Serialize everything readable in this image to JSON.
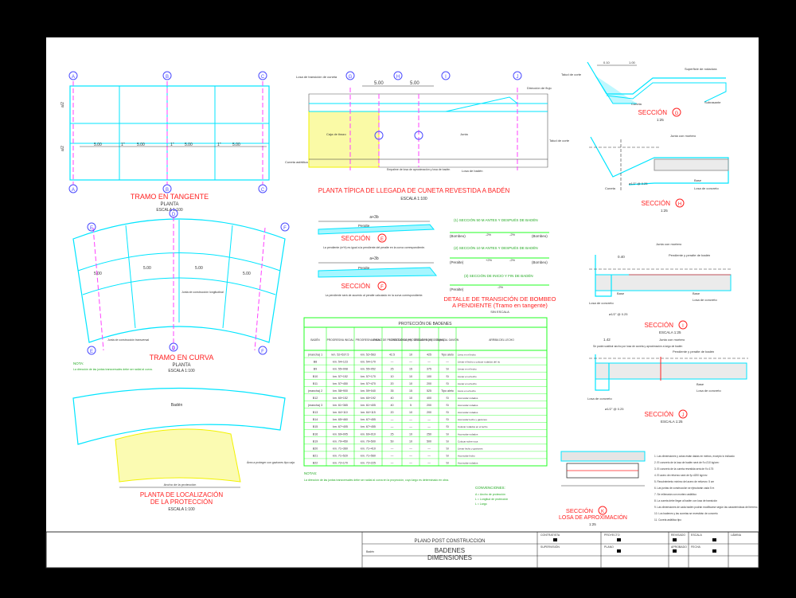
{
  "palette": {
    "background": "#000000",
    "sheet": "#ffffff",
    "cyan": "#00e5ff",
    "red": "#ff2020",
    "yellow": "#f2f200",
    "green": "#22ff22",
    "magenta": "#ff40ff",
    "blue": "#4a4aff",
    "gray": "#bdbdbd"
  },
  "tangent": {
    "title": "TRAMO  EN  TANGENTE",
    "subtitle": "PLANTA",
    "scale": "ESCALA 1:100",
    "axes": [
      "A",
      "B",
      "C"
    ],
    "dims": [
      "5.00",
      "5.00",
      "5.00",
      "5.00"
    ],
    "slope": "1\"",
    "half": "a/2"
  },
  "cuneta": {
    "title": "PLANTA TÍPICA DE LLEGADA DE CUNETA REVESTIDA A BADÉN",
    "scale": "ESCALA 1:100",
    "axes": [
      "G",
      "H",
      "I",
      "J"
    ],
    "dims": [
      "5.00",
      "5.00"
    ],
    "labels": {
      "losa": "Losa de transición de cuneta",
      "caja": "Caja de tirazo",
      "cuneta": "Cuneta asfáltica",
      "empalme": "Empalme de losa de aproximación y losa de badén",
      "losa_badén": "Losa de badén",
      "direccion": "Dirección de flujo",
      "junta": "Junta"
    }
  },
  "curve": {
    "title": "TRAMO  EN  CURVA",
    "subtitle": "PLANTA",
    "scale": "ESCALA 1:100",
    "axes": [
      "E",
      "F",
      "D"
    ],
    "dims": [
      "5.00",
      "5.00",
      "5.00",
      "5.00"
    ],
    "junta": "Junta de construcción longitudinal",
    "junta2": "Junta de construcción transversal",
    "note_title": "NOTA:",
    "note": "La dirección de las juntas transversales debe ser radial al curva."
  },
  "proteccion": {
    "title": "PLANTA DE LOCALIZACIÓN",
    "title2": "DE LA PROTECCIÓN",
    "scale": "ESCALA 1:100",
    "badén": "Badén",
    "area": "Área a proteger con gaviones tipo caja",
    "ancho": "Ancho de la protección"
  },
  "secE": {
    "title": "SECCIÓN",
    "letter": "E",
    "dim": "a+3b",
    "label": "Peralte",
    "note": "La pendiente (m%) es igual a la pendiente del peralte en la curva correspondiente."
  },
  "secF": {
    "title": "SECCIÓN",
    "letter": "F",
    "dim": "a+3b",
    "label": "Peralte",
    "note": "La pendiente será de acuerdo al peralte calculado en la curva correspondiente."
  },
  "bombeo": {
    "lines": [
      "(1) SECCIÓN 50 M ANTES Y DESPUÉS DE BADÉN",
      "(2) SECCIÓN 10 M ANTES Y DESPUÉS DE BADÉN",
      "(3) SECCIÓN DE INICIO Y FIN DE BADÉN"
    ],
    "bombeo": "(Bombeo)",
    "peralte": "(Peralte)",
    "title": "DETALLE DE TRANSICIÓN DE BOMBEO",
    "title2": "A PENDIENTE  (Tramo en tangente)",
    "scale": "SIN ESCALA",
    "values": [
      "-2%",
      "-2%",
      "+2%",
      "-2%",
      "-2%"
    ]
  },
  "table": {
    "caption": "PROTECCIÓN DE BADENES",
    "headers": [
      "BADÉN",
      "PROGRESIVA INICIAL",
      "PROGRESIVA FINAL",
      "ANCHO DE PROTECCIÓN A (m)",
      "LONGITUD DE PROTECCIÓN L (m)",
      "ÁREA A PROTEGER (m²)",
      "CABEZAL GAVIÓN",
      "ARRIBA DEL LECHO"
    ],
    "rows": [
      [
        "(mancha) 1",
        "km. 52+537.5",
        "km. 52+563",
        "42.5",
        "10",
        "425",
        "Tipo aleto",
        "Lleno en el lecho"
      ],
      [
        "B8",
        "km. 54+123",
        "km. 54+170",
        "—",
        "—",
        "—",
        "—",
        "Llenar el lecho y colocar rodados del río"
      ],
      [
        "B9",
        "km. 55+008",
        "km. 55+052",
        "25",
        "15",
        "375",
        "Si",
        "Llenar en el lecho"
      ],
      [
        "B10",
        "km. 57+152",
        "km. 57+170",
        "10",
        "10",
        "100",
        "Si",
        "Llenar en el lecho"
      ],
      [
        "B11",
        "km. 57+450",
        "km. 57+470",
        "20",
        "10",
        "200",
        "Si",
        "Llenar en el lecho"
      ],
      [
        "(mancha) 2",
        "km. 58+900",
        "km. 59+040",
        "35",
        "15",
        "525",
        "Tipo aleto",
        "Lleno en el lecho"
      ],
      [
        "B12",
        "km. 60+152",
        "km. 60+192",
        "40",
        "10",
        "400",
        "Si",
        "Acomodar rodados"
      ],
      [
        "(mancha) 3",
        "km. 61+365",
        "km. 61+405",
        "40",
        "5",
        "200",
        "Si",
        "Acomodar rodados"
      ],
      [
        "B13",
        "km. 64+110",
        "km. 64+115",
        "20",
        "10",
        "200",
        "Si",
        "Acomodar rodados"
      ],
      [
        "B14",
        "km. 65+460",
        "km. 67+455",
        "—",
        "—",
        "—",
        "Si",
        "Acomodar lecho y gaviones"
      ],
      [
        "B15",
        "km. 67+405",
        "km. 67+455",
        "—",
        "—",
        "—",
        "Si",
        "Colocar rodados en el lecho"
      ],
      [
        "B16",
        "km. 69+005",
        "km. 69+010",
        "25",
        "10",
        "250",
        "Si",
        "Acomodar rodados"
      ],
      [
        "B19",
        "km. 70+450",
        "km. 70+500",
        "50",
        "10",
        "500",
        "Si",
        "Colocar sobre roca"
      ],
      [
        "B20",
        "km. 71+360",
        "km. 71+410",
        "—",
        "—",
        "—",
        "Si",
        "Llenar lecho y gaviones"
      ],
      [
        "B21",
        "km. 71+520",
        "km. 71+560",
        "—",
        "—",
        "—",
        "Si",
        "Acomodar lecho"
      ],
      [
        "B22",
        "km. 72+170",
        "km. 72+225",
        "—",
        "—",
        "—",
        "Si",
        "Acomodar rodados"
      ]
    ],
    "note_title": "NOTAS:",
    "note": "La dirección de las juntas transversales debe ser radial al curva en la proyección, cuyo largo es determinado en obra.",
    "conv_title": "CONVENCIONES:",
    "conv": [
      "A  =  Ancho de protección",
      "L  =  Longitud de protección",
      "L  =  Largo"
    ]
  },
  "secG": {
    "title": "SECCIÓN",
    "letter": "G",
    "scale": "1:25",
    "labels": {
      "talud": "Talud de corte",
      "superficie": "Superficie de rodadura",
      "cuneta": "Cuneta",
      "subrasante": "Subrasante",
      "dim1": "0.10",
      "dim2": "1.00"
    }
  },
  "secH": {
    "title": "SECCIÓN",
    "letter": "H",
    "scale": "1:25",
    "labels": {
      "talud": "Talud de corte",
      "junta": "Junta con mortero",
      "cuneta": "Cuneta",
      "base": "Base",
      "losa": "Losa de concreto",
      "armado": "ø1/2\" @ 0.25"
    }
  },
  "secI": {
    "title": "SECCIÓN",
    "letter": "I",
    "scale": "ESCALA 1:25",
    "labels": {
      "junta": "Junta con mortero",
      "pendiente": "Pendiente y peralte de badén",
      "base": "Base",
      "losa": "Losa de concreto",
      "armado": "ø1/2\" @ 0.25",
      "dim": "0.40"
    }
  },
  "secJ": {
    "title": "SECCIÓN",
    "letter": "J",
    "scale": "ESCALA 1:25",
    "labels": {
      "junta": "Junta con mortero",
      "pendiente": "Pendiente y peralte de badén",
      "base": "Base",
      "losa": "Losa de concreto",
      "armado": "ø1/2\" @ 0.25",
      "dim": "1.42",
      "note": "Se podrá sustituir ancho por losa de cuneta y aproximación a largo de badén"
    }
  },
  "secK": {
    "title": "SECCIÓN",
    "letter": "K",
    "title2": "LOSA DE APROXIMACIÓN",
    "scale": "1:25"
  },
  "notes": {
    "items": [
      "1.  Las dimensiones y cotas están dadas en metros, excepto lo indicado",
      "2.  El concreto de la losa de badén será de f'c=210 kg/cm²",
      "3.  El concreto de la cuneta revestida será de f'c=175",
      "4.  El acero de refuerzo será de fy=4200 kg/cm²",
      "5.  Recubrimiento mínimo del acero de refuerzo: 5 cm",
      "6.  Las juntas de construcción se ejecutarán cada 5 m",
      "7.  Se rellenarán con mortero asfáltico",
      "8.  La cuneta debe llegar al badén con losa de transición",
      "9.  Las dimensiones de cada badén podrán modificarse según las características del terreno",
      "10.  Los badenes y las cunetas se revestirán de concreto",
      "11.  Cuneta asfáltica tipo"
    ]
  },
  "titleblock": {
    "project": "PLANO POST CONSTRUCCION",
    "drawing": "BADENES",
    "drawing2": "DIMENSIONES",
    "labels": [
      "CONTRATISTA",
      "SUPERVISIÓN",
      "PROYECTO",
      "PLANO",
      "REVISADO",
      "APROBADO",
      "ESCALA",
      "FECHA",
      "LÁMINA",
      "Badén"
    ]
  }
}
